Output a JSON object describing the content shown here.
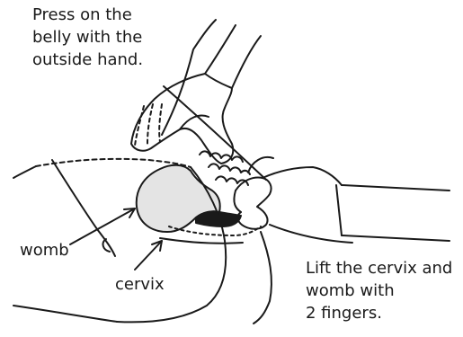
{
  "captions": {
    "top": [
      "Press on the",
      "belly with the",
      "outside hand."
    ],
    "bottom": [
      "Lift the cervix and",
      "womb with",
      "2 fingers."
    ]
  },
  "labels": {
    "womb": "womb",
    "cervix": "cervix"
  },
  "colors": {
    "ink": "#1a1a1a",
    "womb_fill": "#e4e4e4",
    "cervix_fill": "#1a1a1a"
  }
}
